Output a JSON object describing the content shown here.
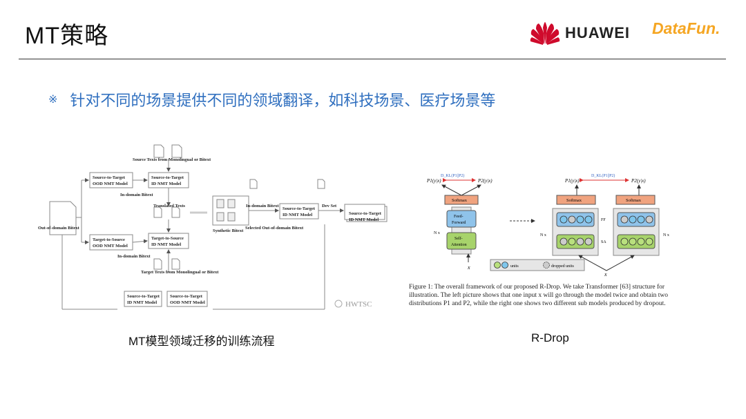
{
  "header": {
    "title": "MT策略",
    "logo_huawei": "HUAWEI",
    "logo_datafun": "DataFun."
  },
  "bullet": {
    "mark": "※",
    "text": "针对不同的场景提供不同的领域翻译，如科技场景、医疗场景等"
  },
  "left_figure": {
    "caption": "MT模型领域迁移的训练流程",
    "watermark": "HWTSC",
    "labels": {
      "src_mono": "Source Texts from Monolingual or Bitext",
      "s2t_ood": [
        "Source-to-Target",
        "OOD NMT Model"
      ],
      "s2t_id": [
        "Source-to-Target",
        "ID NMT Model"
      ],
      "in_domain_bitext_1": "In-domain Bitext",
      "translated_texts": "Translated Texts",
      "out_of_domain": "Out-of-domain Bitext",
      "t2s_ood": [
        "Target-to-Source",
        "OOD NMT Model"
      ],
      "t2s_id": [
        "Target-to-Source",
        "ID NMT Model"
      ],
      "in_domain_bitext_2": "In-domain Bitext",
      "tgt_mono": "Target Texts from Monolingual or Bitext",
      "synthetic": "Synthetic Bitext",
      "selected": "Selected Out-of-domain Bitext",
      "in_domain_bitext_3": "In-domain Bitext",
      "s2t_id_mid": [
        "Source-to-Target",
        "ID NMT Model"
      ],
      "dev_set": "Dev Set",
      "s2t_id_final": [
        "Source-to-Target",
        "ID NMT Model"
      ],
      "bottom_s2t_id": [
        "Source-to-Target",
        "ID NMT Model"
      ],
      "bottom_s2t_ood": [
        "Source-to-Target",
        "OOD NMT Model"
      ]
    }
  },
  "right_figure": {
    "caption": "R-Drop",
    "labels": {
      "kl_left": "D_KL(P1||P2)",
      "p1_left": "P1(y|x)",
      "p2_left": "P2(y|x)",
      "softmax": "Softmax",
      "feed_forward": [
        "Feed-",
        "Forward"
      ],
      "self_attention": [
        "Self-",
        "Attention"
      ],
      "nx": "N x",
      "x": "x",
      "kl_right": "D_KL(P1||P2)",
      "p1_right": "P1(y|x)",
      "p2_right": "P2(y|x)",
      "ff": "FF",
      "sa": "SA",
      "units": "units",
      "dropped_units": "dropped units"
    },
    "figure_caption": [
      "Figure 1: The overall framework of our proposed R-Drop. We take Transformer [63] structure for",
      "illustration. The left picture shows that one input x will go through the model twice and obtain two",
      "distributions P1 and P2, while the right one shows two different sub models produced by dropout."
    ]
  },
  "colors": {
    "bullet": "#2f6fbf",
    "softmax": "#f0a37f",
    "feed_forward": "#8fc3ea",
    "self_attention": "#a7d36b",
    "unit_blue": "#7fc6ec",
    "unit_green": "#b9e07e",
    "huawei_red": "#cf0a2c",
    "datafun_orange": "#f5a623"
  }
}
